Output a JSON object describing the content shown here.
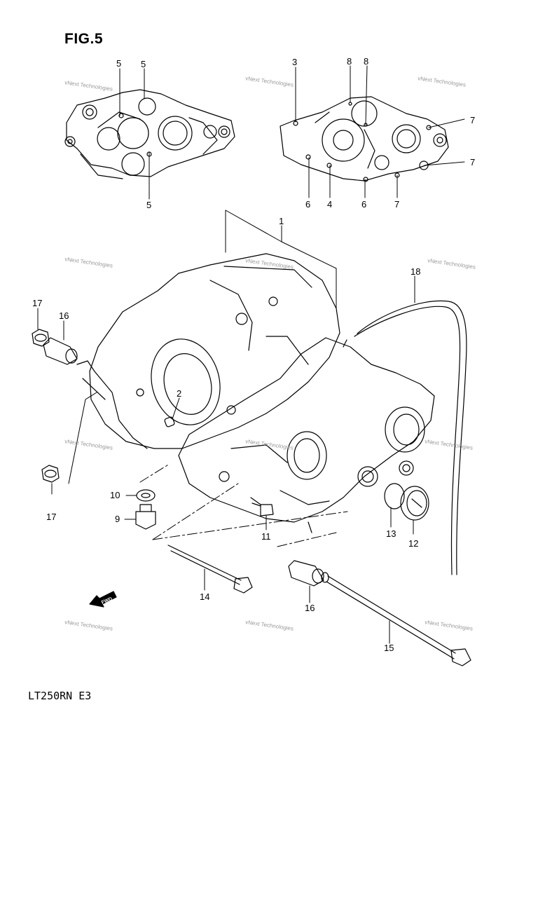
{
  "figure": {
    "title": "FIG.5",
    "model": "LT250RN E3",
    "watermark": "vNext Technologies"
  },
  "callouts": [
    "1",
    "2",
    "3",
    "4",
    "5",
    "6",
    "7",
    "8",
    "9",
    "10",
    "11",
    "12",
    "13",
    "14",
    "15",
    "16",
    "17",
    "18"
  ],
  "labels": {
    "l1": "1",
    "l2": "2",
    "l3": "3",
    "l4": "4",
    "l5a": "5",
    "l5b": "5",
    "l5c": "5",
    "l6a": "6",
    "l6b": "6",
    "l7a": "7",
    "l7b": "7",
    "l7c": "7",
    "l8a": "8",
    "l8b": "8",
    "l9": "9",
    "l10": "10",
    "l11": "11",
    "l12": "12",
    "l13": "13",
    "l14": "14",
    "l15": "15",
    "l16a": "16",
    "l16b": "16",
    "l17a": "17",
    "l17b": "17",
    "l18": "18"
  },
  "fwd_label": "FWD",
  "colors": {
    "line": "#000000",
    "watermark": "#9a9a9a"
  }
}
